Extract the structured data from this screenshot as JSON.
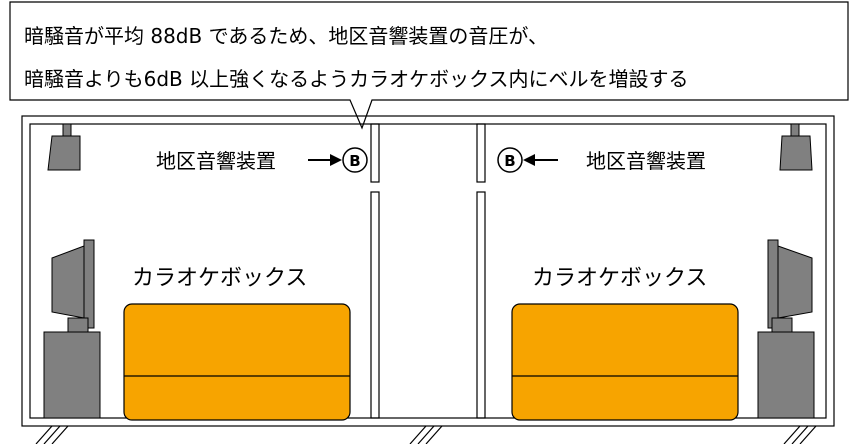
{
  "callout": {
    "line1": "暗騒音が平均 88dB であるため、地区音響装置の音圧が、",
    "line2": "暗騒音よりも6dB 以上強くなるようカラオケボックス内にベルを増設する"
  },
  "rooms": [
    {
      "label": "カラオケボックス",
      "bell_label": "地区音響装置",
      "bell_symbol": "B"
    },
    {
      "label": "カラオケボックス",
      "bell_label": "地区音響装置",
      "bell_symbol": "B"
    }
  ],
  "colors": {
    "sofa": "#f7a400",
    "equipment": "#808080",
    "line": "#000000"
  }
}
